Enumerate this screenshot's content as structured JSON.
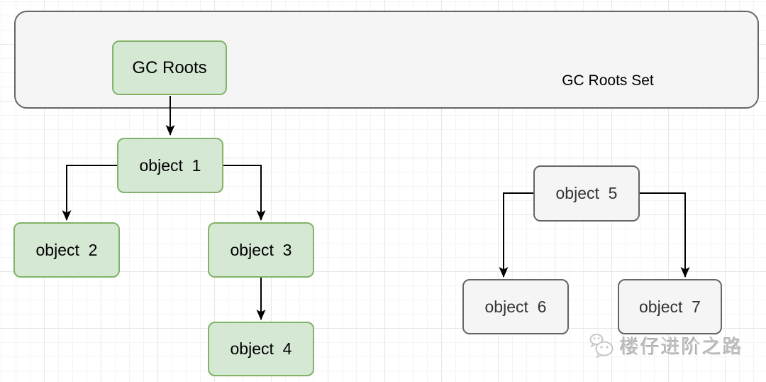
{
  "diagram": {
    "container": {
      "label": "GC Roots Set"
    },
    "nodes": [
      {
        "id": "gc-roots",
        "label": "GC Roots",
        "style": "green"
      },
      {
        "id": "object-1",
        "label": "object  1",
        "style": "green"
      },
      {
        "id": "object-2",
        "label": "object  2",
        "style": "green"
      },
      {
        "id": "object-3",
        "label": "object  3",
        "style": "green"
      },
      {
        "id": "object-4",
        "label": "object  4",
        "style": "green"
      },
      {
        "id": "object-5",
        "label": "object  5",
        "style": "gray"
      },
      {
        "id": "object-6",
        "label": "object  6",
        "style": "gray"
      },
      {
        "id": "object-7",
        "label": "object  7",
        "style": "gray"
      }
    ],
    "edges": [
      {
        "from": "gc-roots",
        "to": "object-1"
      },
      {
        "from": "object-1",
        "to": "object-2"
      },
      {
        "from": "object-1",
        "to": "object-3"
      },
      {
        "from": "object-3",
        "to": "object-4"
      },
      {
        "from": "object-5",
        "to": "object-6"
      },
      {
        "from": "object-5",
        "to": "object-7"
      }
    ],
    "colors": {
      "reachable_fill": "#d5e8d4",
      "reachable_border": "#82b366",
      "unreachable_fill": "#f5f5f5",
      "unreachable_border": "#666666",
      "edge": "#000000"
    }
  },
  "watermark": {
    "icon": "wechat-icon",
    "text": "楼仔进阶之路"
  }
}
